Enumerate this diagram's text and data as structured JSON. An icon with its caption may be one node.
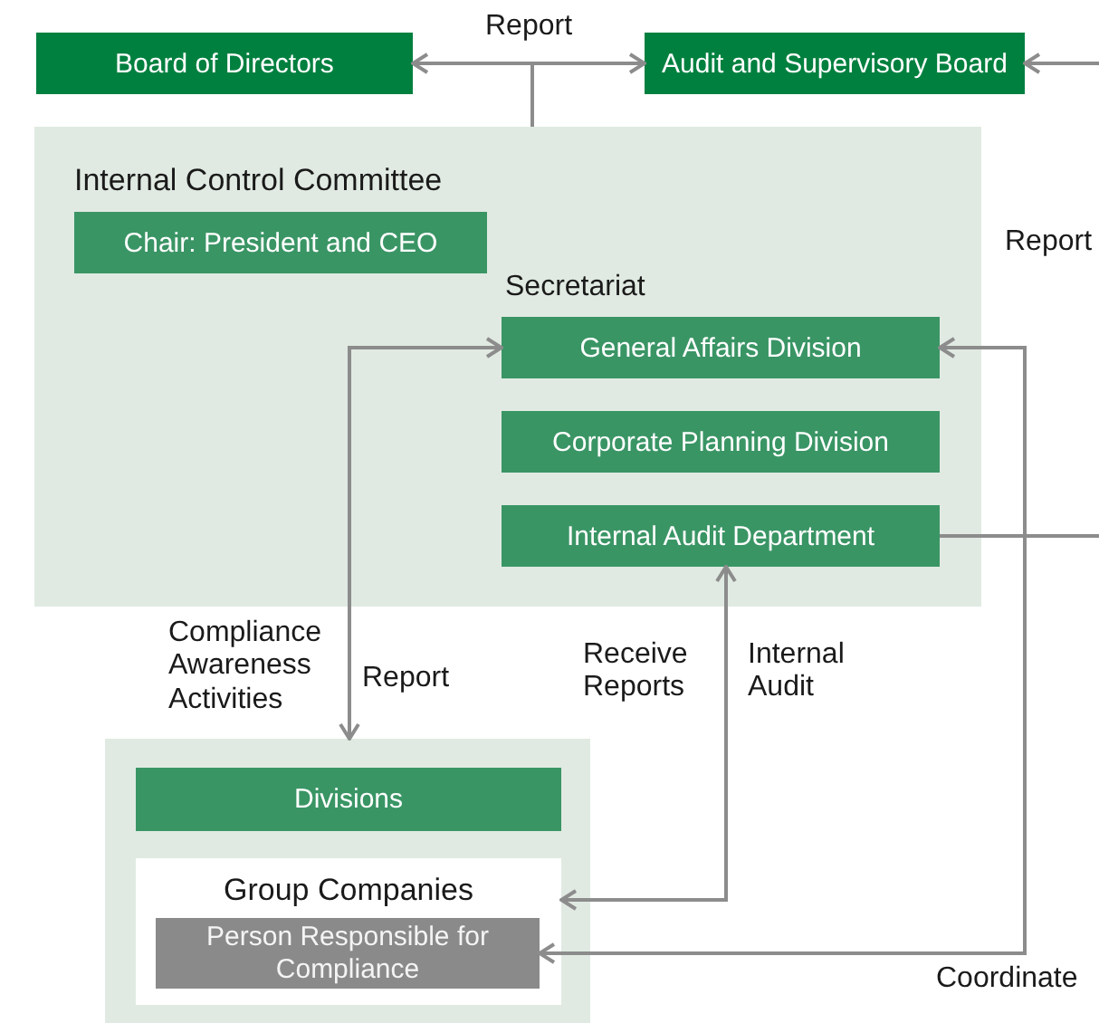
{
  "diagram": {
    "nodes": [
      {
        "text": [
          "Board of Directors"
        ]
      },
      {
        "text": [
          "Audit and Supervisory Board"
        ]
      },
      {
        "text": [
          "Internal Control Committee"
        ]
      },
      {
        "text": [
          "Chair: President and CEO"
        ],
        "in": 2
      },
      {
        "text": [
          "General Affairs Division"
        ],
        "in": 2
      },
      {
        "text": [
          "Corporate Planning Division"
        ],
        "in": 2
      },
      {
        "text": [
          "Internal Audit Department"
        ],
        "in": 2
      },
      {
        "text": [],
        "shape": "box"
      },
      {
        "text": [
          "Divisions"
        ],
        "in": 7
      },
      {
        "text": [
          "Group Companies"
        ],
        "in": 7
      },
      {
        "text": [
          "Person Responsible for Compliance"
        ],
        "in": 9
      }
    ],
    "edges": [
      {
        "from": 2,
        "to": 0,
        "arrow": "to",
        "label": "Report"
      },
      {
        "from": 2,
        "to": 1,
        "arrow": "to"
      },
      {
        "from": 6,
        "to": 1,
        "arrow": "to",
        "label": "Report"
      },
      {
        "from": 4,
        "to": 7,
        "arrow": "both",
        "label": "Report"
      },
      {
        "from": 6,
        "to": 9,
        "arrow": "both",
        "label": "Internal Audit"
      },
      {
        "from": 4,
        "to": 10,
        "arrow": "both",
        "label": "Coordinate"
      }
    ],
    "labels": [
      "Secretariat",
      "Compliance Awareness Activities",
      "Receive Reports"
    ]
  }
}
